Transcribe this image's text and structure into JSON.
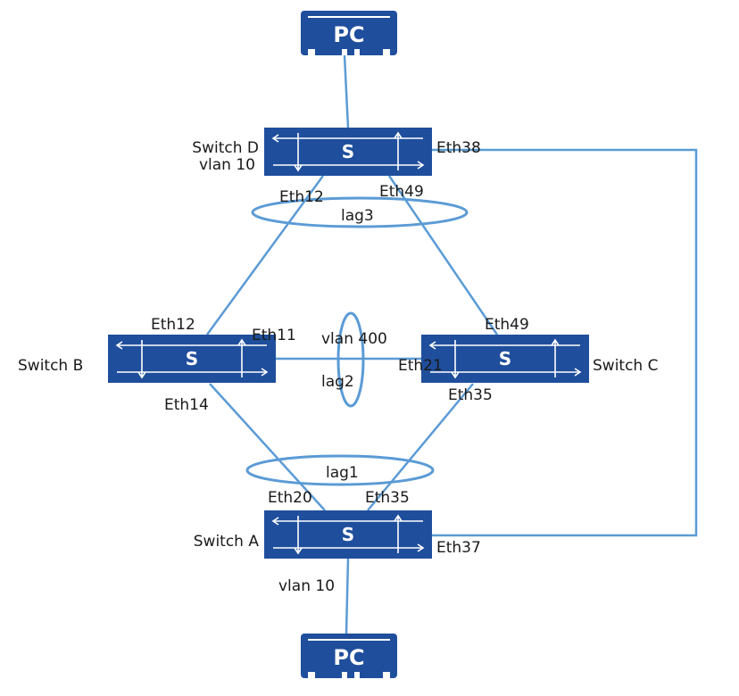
{
  "colors": {
    "link": "#5b9bd5",
    "device": "#1f4e9c"
  },
  "pcs": [
    {
      "id": "pc-top",
      "label": "PC"
    },
    {
      "id": "pc-bottom",
      "label": "PC"
    }
  ],
  "switches": [
    {
      "id": "switch-d",
      "name": "Switch D",
      "vlan": "vlan 10",
      "icon": "S"
    },
    {
      "id": "switch-b",
      "name": "Switch B",
      "icon": "S"
    },
    {
      "id": "switch-c",
      "name": "Switch C",
      "icon": "S"
    },
    {
      "id": "switch-a",
      "name": "Switch A",
      "vlan": "vlan 10",
      "icon": "S"
    }
  ],
  "ports": {
    "d_eth38": "Eth38",
    "d_eth12": "Eth12",
    "d_eth49": "Eth49",
    "b_eth12": "Eth12",
    "b_eth11": "Eth11",
    "b_eth14": "Eth14",
    "c_eth49": "Eth49",
    "c_eth21": "Eth21",
    "c_eth35": "Eth35",
    "a_eth20": "Eth20",
    "a_eth35": "Eth35",
    "a_eth37": "Eth37"
  },
  "lags": {
    "lag1": "lag1",
    "lag2": "lag2",
    "lag3": "lag3"
  },
  "lag2_vlan": "vlan 400"
}
